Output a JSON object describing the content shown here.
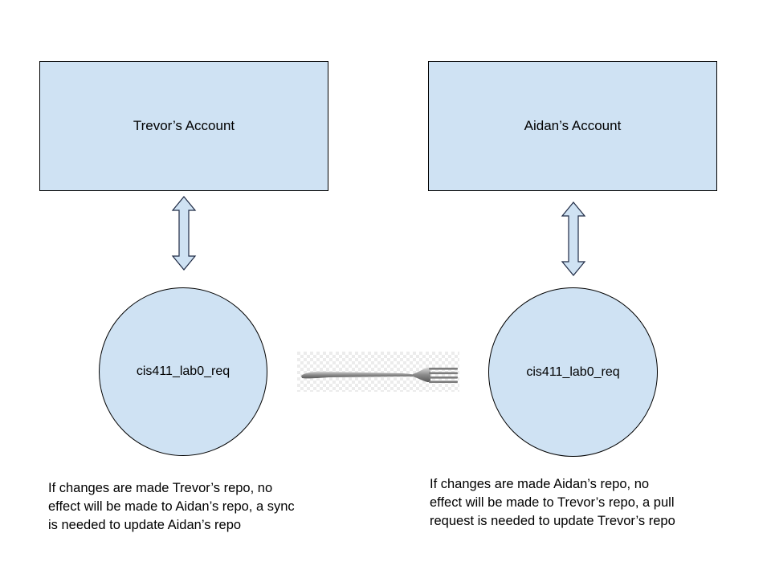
{
  "accounts": {
    "left_label": "Trevor’s Account",
    "right_label": "Aidan’s Account"
  },
  "repos": {
    "left_label": "cis411_lab0_req",
    "right_label": "cis411_lab0_req"
  },
  "notes": {
    "left": "If changes are made Trevor’s repo, no\neffect will be made to Aidan’s repo, a sync\nis needed to update Aidan’s repo",
    "right": "If changes are made Aidan’s repo, no\neffect will be made to Trevor’s repo, a pull\nrequest is needed to update Trevor’s repo"
  },
  "icons": {
    "fork": "fork-icon",
    "arrows": "double-arrow-icon"
  },
  "colors": {
    "shape_fill": "#cfe2f3",
    "outline": "#000000"
  }
}
